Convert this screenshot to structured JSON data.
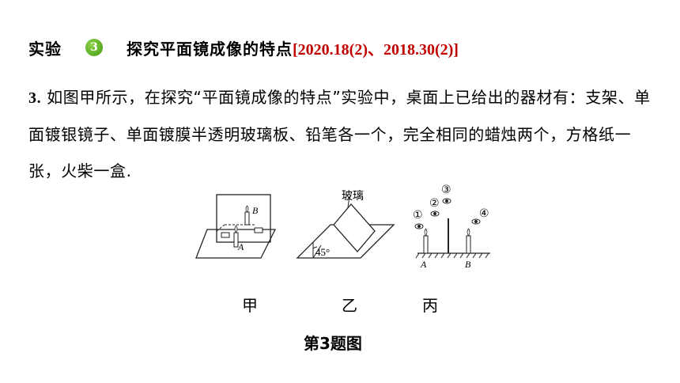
{
  "header": {
    "label": "实验",
    "badge": "3",
    "title": "探究平面镜成像的特点",
    "reference": "[2020.18(2)、2018.30(2)]"
  },
  "question": {
    "number": "3.",
    "text": " 如图甲所示，在探究“平面镜成像的特点”实验中，桌面上已给出的器材有：支架、单面镀银镜子、单面镀膜半透明玻璃板、铅笔各一个，完全相同的蜡烛两个，方格纸一张，火柴一盒."
  },
  "figures": {
    "jia": {
      "label_b": "B",
      "label_a": "A",
      "caption": "甲"
    },
    "yi": {
      "glass_label": "玻璃",
      "angle_label": "45°",
      "caption": "乙"
    },
    "bing": {
      "eye1": "①",
      "eye2": "②",
      "eye3": "③",
      "eye4": "④",
      "label_a": "A",
      "label_b": "B",
      "caption": "丙"
    }
  },
  "figure_caption": "第3题图"
}
